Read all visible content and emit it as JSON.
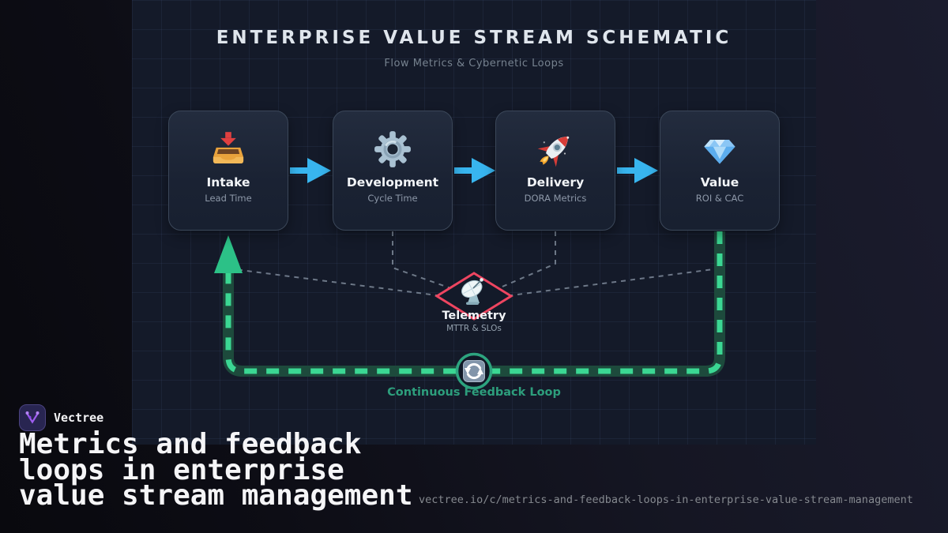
{
  "diagram": {
    "title": "ENTERPRISE VALUE STREAM SCHEMATIC",
    "subtitle": "Flow Metrics & Cybernetic Loops",
    "stages": [
      {
        "label": "Intake",
        "metric": "Lead Time",
        "icon": "inbox-icon"
      },
      {
        "label": "Development",
        "metric": "Cycle Time",
        "icon": "gear-icon"
      },
      {
        "label": "Delivery",
        "metric": "DORA Metrics",
        "icon": "rocket-icon"
      },
      {
        "label": "Value",
        "metric": "ROI & CAC",
        "icon": "gem-icon"
      }
    ],
    "telemetry": {
      "label": "Telemetry",
      "metric": "MTTR & SLOs",
      "icon": "satellite-icon"
    },
    "feedback_loop": {
      "label": "Continuous Feedback Loop",
      "icon": "refresh-icon"
    },
    "colors": {
      "flow_arrow_blue": "#38b5ef",
      "loop_green": "#3bd793",
      "loop_dark_green": "#1d4a3c",
      "telemetry_red": "#ee4560",
      "feedback_label_green": "#2d9e7c",
      "panel_background": "#141a29"
    }
  },
  "footer": {
    "brand": "Vectree",
    "title_lines": [
      "Metrics and feedback",
      "loops in enterprise",
      "value stream management"
    ],
    "url": "vectree.io/c/metrics-and-feedback-loops-in-enterprise-value-stream-management"
  }
}
